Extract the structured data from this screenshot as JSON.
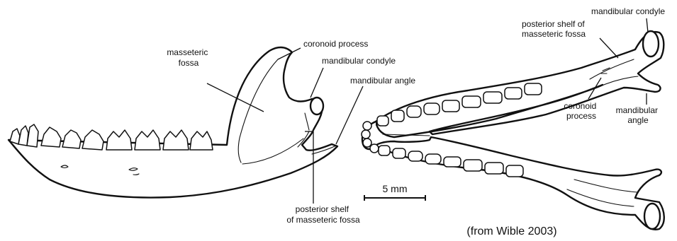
{
  "labels": {
    "lateral": {
      "masseteric_fossa": [
        "masseteric",
        "fossa"
      ],
      "coronoid_process": "coronoid process",
      "mandibular_condyle": "mandibular condyle",
      "mandibular_angle": "mandibular angle",
      "posterior_shelf": [
        "posterior shelf",
        "of masseteric fossa"
      ]
    },
    "occlusal": {
      "mandibular_condyle": "mandibular condyle",
      "posterior_shelf": [
        "posterior shelf of",
        "masseteric fossa"
      ],
      "coronoid_process": [
        "coronoid",
        "process"
      ],
      "mandibular_angle": [
        "mandibular",
        "angle"
      ]
    }
  },
  "scale_bar": {
    "label": "5 mm"
  },
  "credit": "(from Wible 2003)"
}
